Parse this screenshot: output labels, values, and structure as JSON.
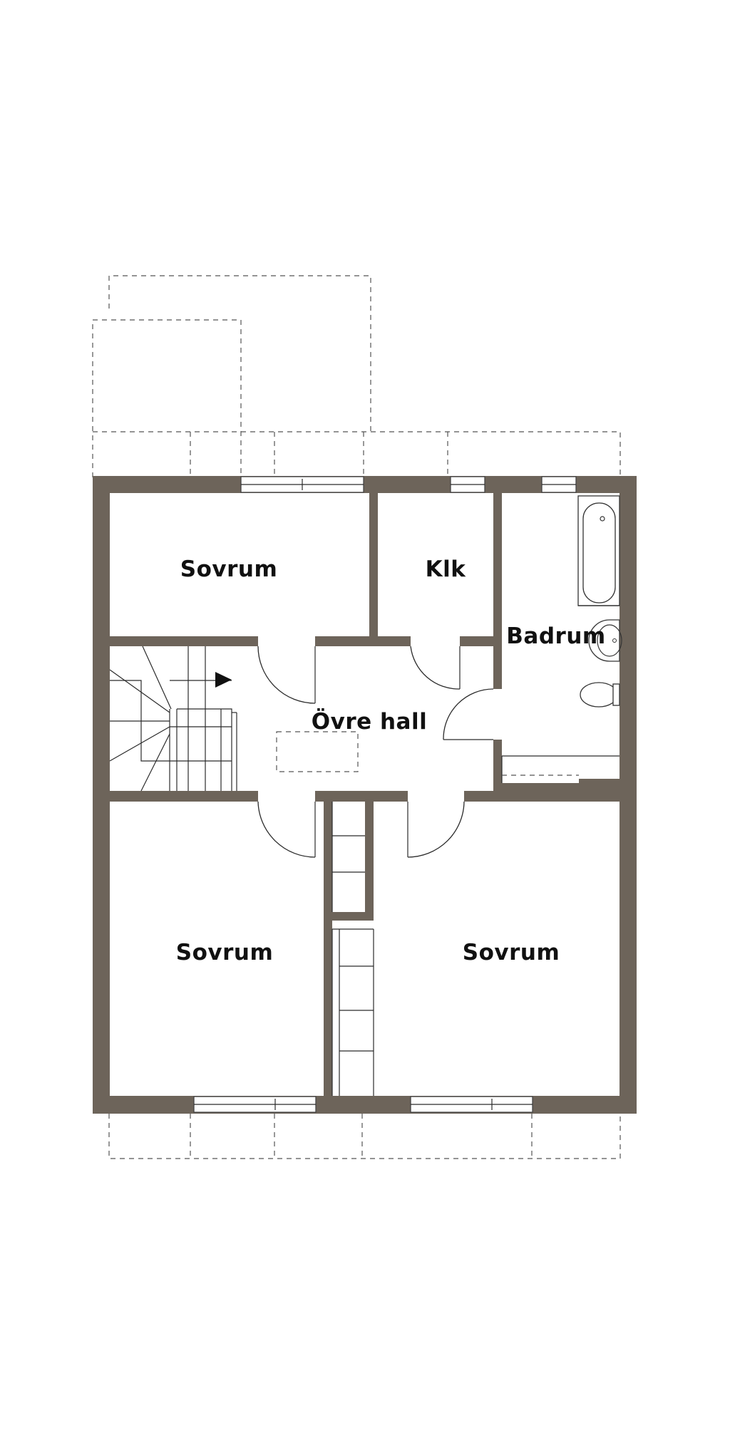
{
  "floor_plan": {
    "colors": {
      "wall": "#6d645a",
      "line": "#2b2b2b",
      "background": "#ffffff"
    },
    "rooms": {
      "sovrum_top": "Sovrum",
      "klk": "Klk",
      "badrum": "Badrum",
      "ovre_hall": "Övre hall",
      "sovrum_bottom_left": "Sovrum",
      "sovrum_bottom_right": "Sovrum"
    },
    "icons": {
      "stair_direction": "arrow-right-icon",
      "bathtub": "bathtub-icon",
      "sink": "sink-icon",
      "toilet": "toilet-icon"
    }
  }
}
